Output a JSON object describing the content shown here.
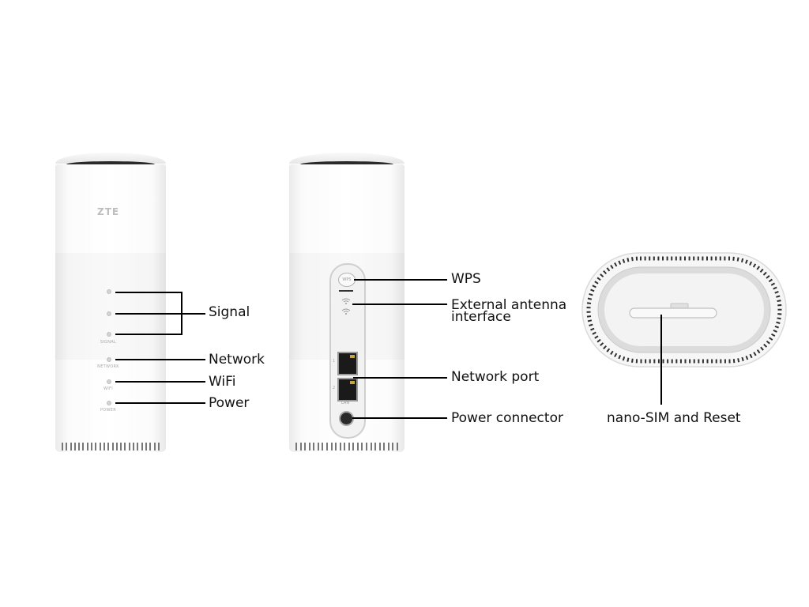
{
  "front": {
    "logo": "ZTE",
    "led_texts": [
      "SIGNAL",
      "NETWORK",
      "WIFI",
      "POWER"
    ]
  },
  "back": {
    "wps_text": "WPS",
    "lan_text": "LAN",
    "port_numbers": [
      "1",
      "2"
    ]
  },
  "callouts": {
    "signal": "Signal",
    "network": "Network",
    "wifi": "WiFi",
    "power": "Power",
    "wps": "WPS",
    "antenna_line1": "External antenna",
    "antenna_line2": "interface",
    "network_port": "Network port",
    "power_connector": "Power connector",
    "nano_sim": "nano-SIM and Reset"
  },
  "colors": {
    "line": "#000000",
    "port_pin": "#c7a73a"
  }
}
